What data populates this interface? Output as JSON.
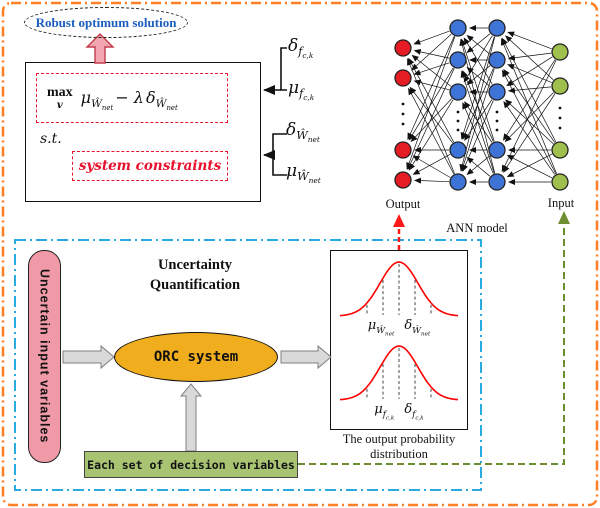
{
  "header": {
    "robust_label": "Robust optimum solution"
  },
  "opt": {
    "max": "max",
    "max_sub": "v",
    "term1": "μ",
    "term1_sub": "Ŵ",
    "term1_subsub": "net",
    "op": "− λ",
    "term2": "δ",
    "term2_sub": "Ŵ",
    "term2_subsub": "net",
    "st": "s.t.",
    "constraints": "system constraints"
  },
  "symbols": [
    {
      "main": "δ",
      "sub": "f",
      "subsub": "c,k"
    },
    {
      "main": "μ",
      "sub": "f",
      "subsub": "c,k"
    },
    {
      "main": "δ",
      "sub": "Ŵ",
      "subsub": "net"
    },
    {
      "main": "μ",
      "sub": "Ŵ",
      "subsub": "net"
    }
  ],
  "ann": {
    "output_label": "Output",
    "model_label": "ANN model",
    "input_label": "Input"
  },
  "uq": {
    "input_bar_label": "Uncertain input variables",
    "title_line1": "Uncertainty",
    "title_line2": "Quantification",
    "orc_label": "ORC system",
    "caption_line1": "The output probability",
    "caption_line2": "distribution",
    "decision_label": "Each set of decision variables",
    "dist_rows": [
      {
        "mu": "μ",
        "mu_sub": "Ŵ",
        "mu_subsub": "net",
        "delta": "δ",
        "delta_sub": "Ŵ",
        "delta_subsub": "net"
      },
      {
        "mu": "μ",
        "mu_sub": "f",
        "mu_subsub": "c,k",
        "delta": "δ",
        "delta_sub": "f",
        "delta_subsub": "c,k"
      }
    ]
  },
  "colors": {
    "frame_orange": "#ff7f27",
    "frame_blue": "#29abe2",
    "robust_text": "#1b5ebe",
    "eq_box_red": "#e8112d",
    "output_node": "#e51c23",
    "hidden_node": "#3e74d6",
    "input_node": "#9fbf4f",
    "curve_red": "#ff0000",
    "arrow_red": "#ff1a1a",
    "arrow_green": "#6d8f2f",
    "orc_fill": "#f0ad1e",
    "pink_fill": "#ef9aa6",
    "green_fill": "#a8c472",
    "pink_arrow_fill": "#f2a6b0",
    "pink_arrow_stroke": "#c23b4c",
    "gray_arrow_fill": "#d9d9d9",
    "gray_arrow_stroke": "#7f7f7f"
  }
}
